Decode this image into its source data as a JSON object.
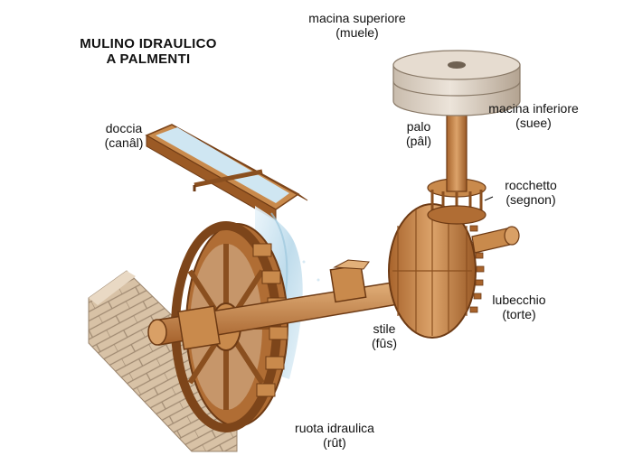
{
  "title": {
    "line1": "MULINO IDRAULICO",
    "line2": "A PALMENTI"
  },
  "labels": {
    "macina_superiore": {
      "name": "macina superiore",
      "local": "(muele)"
    },
    "macina_inferiore": {
      "name": "macina inferiore",
      "local": "(suee)"
    },
    "palo": {
      "name": "palo",
      "local": "(pâl)"
    },
    "doccia": {
      "name": "doccia",
      "local": "(canâl)"
    },
    "rocchetto": {
      "name": "rocchetto",
      "local": "(segnon)"
    },
    "lubecchio": {
      "name": "lubecchio",
      "local": "(torte)"
    },
    "stile": {
      "name": "stile",
      "local": "(fûs)"
    },
    "ruota_idraulica": {
      "name": "ruota idraulica",
      "local": "(rût)"
    }
  },
  "colors": {
    "wood_light": "#d9a066",
    "wood_mid": "#c07a3c",
    "wood_dark": "#8a4f1f",
    "stone_light": "#e6dcd0",
    "stone_dark": "#b7a896",
    "water": "#b9d9ea",
    "brick": "#d2b89c"
  }
}
